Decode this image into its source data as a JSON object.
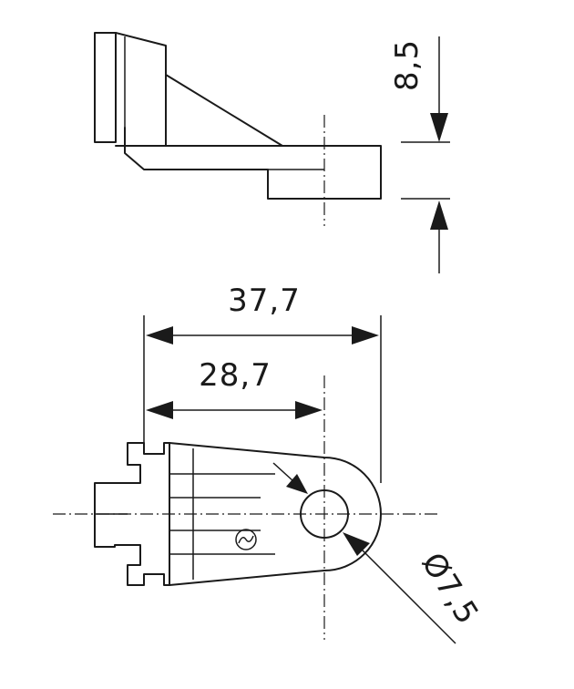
{
  "dimensions": {
    "height": "8,5",
    "overall_length": "37,7",
    "hole_offset": "28,7",
    "hole_diameter": "Ø7,5"
  },
  "colors": {
    "line": "#1a1a1a",
    "background": "#ffffff"
  }
}
